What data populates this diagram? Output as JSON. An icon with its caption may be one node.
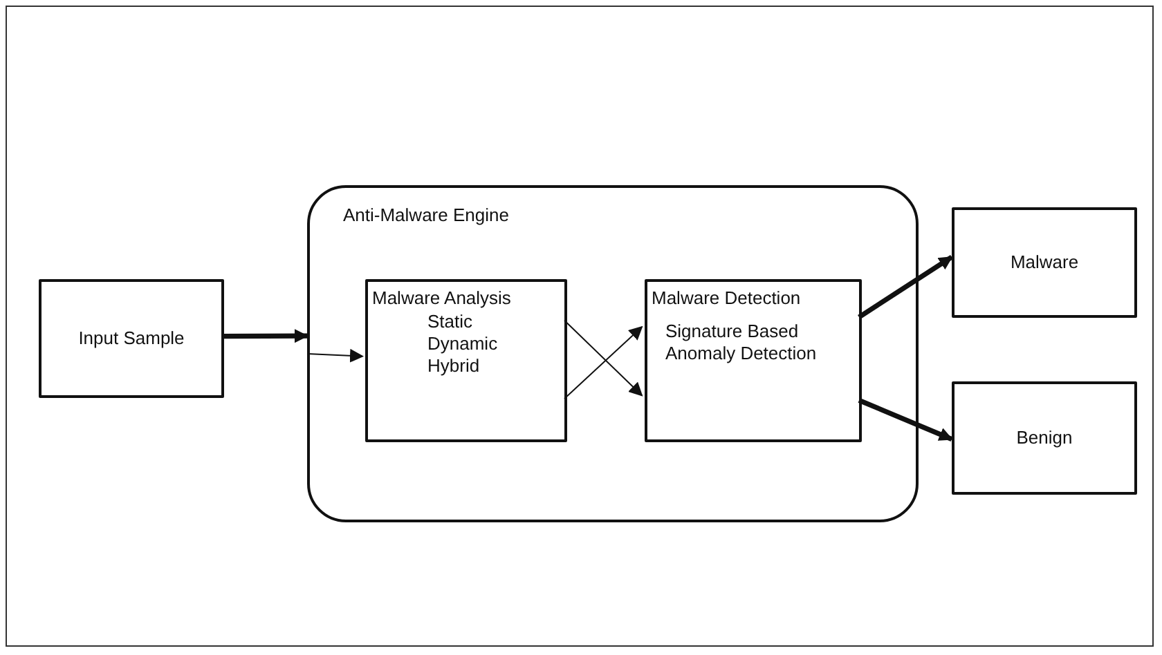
{
  "diagram": {
    "nodes": [
      {
        "text": [
          "Input Sample"
        ]
      },
      {
        "text": [
          "Anti-Malware Engine"
        ]
      },
      {
        "text": [
          "Malware Analysis",
          "Static",
          "Dynamic",
          "Hybrid"
        ],
        "in": 1
      },
      {
        "text": [
          "Malware Detection",
          "Signature Based",
          "Anomaly Detection"
        ],
        "in": 1
      },
      {
        "text": [
          "Malware"
        ]
      },
      {
        "text": [
          "Benign"
        ]
      }
    ],
    "edges": [
      {
        "from": 0,
        "to": 1,
        "arrow": "to",
        "style": "thick"
      },
      {
        "from": 1,
        "to": 2,
        "arrow": "to"
      },
      {
        "from": 2,
        "to": 3,
        "arrow": "to"
      },
      {
        "from": 2,
        "to": 3,
        "arrow": "to"
      },
      {
        "from": 3,
        "to": 4,
        "arrow": "to",
        "style": "thick"
      },
      {
        "from": 3,
        "to": 5,
        "arrow": "to",
        "style": "thick"
      }
    ]
  }
}
